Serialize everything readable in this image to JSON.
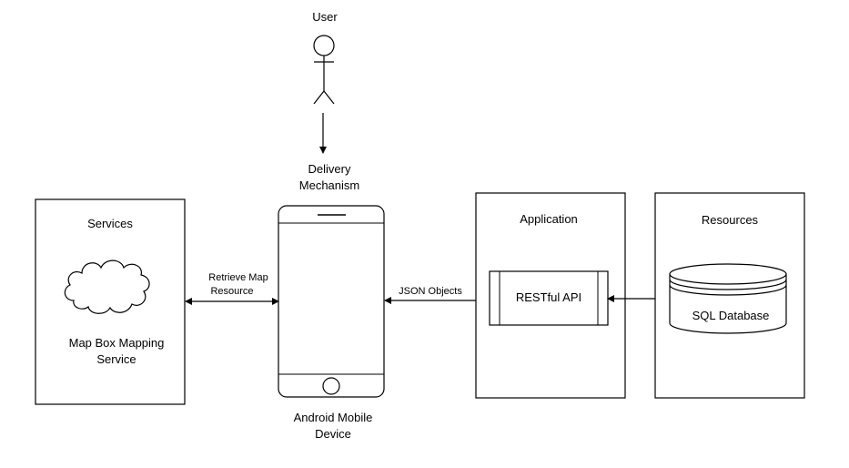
{
  "user": {
    "label": "User"
  },
  "delivery": {
    "line1": "Delivery",
    "line2": "Mechanism"
  },
  "services": {
    "title": "Services",
    "mapbox_line1": "Map Box Mapping",
    "mapbox_line2": "Service"
  },
  "device": {
    "line1": "Android Mobile",
    "line2": "Device"
  },
  "application": {
    "title": "Application",
    "api_label": "RESTful API"
  },
  "resources": {
    "title": "Resources",
    "db_label": "SQL Database"
  },
  "connections": {
    "map_line1": "Retrieve Map",
    "map_line2": "Resource",
    "json_label": "JSON Objects"
  },
  "colors": {
    "stroke": "#000000",
    "background": "#ffffff",
    "text": "#000000"
  },
  "icons": {
    "user": "stick-figure-actor-icon",
    "services": "cloud-icon",
    "database": "database-cylinder-icon",
    "device": "smartphone-icon"
  }
}
